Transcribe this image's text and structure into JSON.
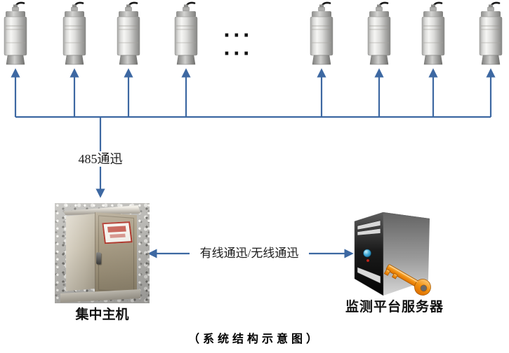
{
  "diagram": {
    "caption": "（系统结构示意图）",
    "bus_label": "485通迅",
    "link_label": "有线通迅/无线通迅",
    "host_label": "集中主机",
    "server_label": "监测平台服务器",
    "ellipsis": "··· ···",
    "sensor_count": 8,
    "colors": {
      "arrow_blue": "#3d68a2",
      "key_orange": "#f29111",
      "power_button_blue": "#2f9fd0",
      "sticker_red": "#b13a2e"
    }
  }
}
